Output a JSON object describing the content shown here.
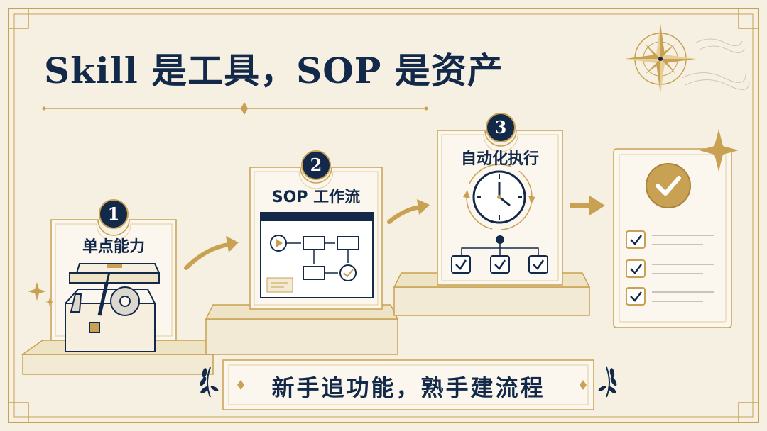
{
  "title": "Skill 是工具，SOP 是资产",
  "steps": [
    {
      "number": "1",
      "label": "单点能力",
      "icon": "toolbox-icon"
    },
    {
      "number": "2",
      "label": "SOP 工作流",
      "icon": "workflow-window-icon"
    },
    {
      "number": "3",
      "label": "自动化执行",
      "icon": "clock-automation-icon"
    }
  ],
  "result": {
    "icon": "checklist-icon"
  },
  "motto": "新手追功能，熟手建流程",
  "colors": {
    "background": "#f6f0e2",
    "navy": "#13294a",
    "gold": "#c8a152",
    "card": "#fbf7ee"
  }
}
